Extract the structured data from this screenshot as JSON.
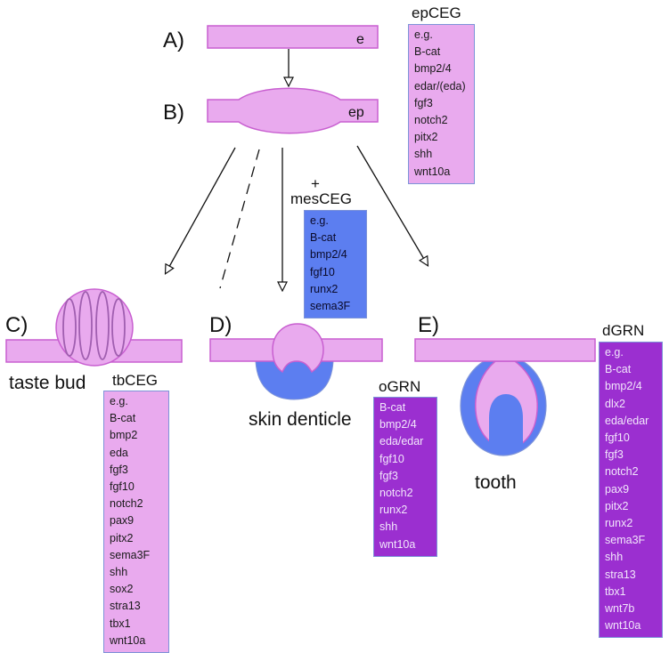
{
  "stages": {
    "a": {
      "label": "A)",
      "tag": "e"
    },
    "b": {
      "label": "B)",
      "tag": "ep"
    },
    "c": {
      "label": "C)",
      "caption": "taste bud"
    },
    "d": {
      "label": "D)",
      "caption": "skin denticle"
    },
    "e": {
      "label": "E)",
      "caption": "tooth"
    }
  },
  "mes_plus": "+",
  "gene_boxes": {
    "epCEG": {
      "title": "epCEG",
      "genes": [
        "e.g.",
        "B-cat",
        "bmp2/4",
        "edar/(eda)",
        "fgf3",
        "notch2",
        "pitx2",
        "shh",
        "wnt10a"
      ]
    },
    "mesCEG": {
      "title": "mesCEG",
      "genes": [
        "e.g.",
        "B-cat",
        "bmp2/4",
        "fgf10",
        "runx2",
        "sema3F"
      ]
    },
    "tbCEG": {
      "title": "tbCEG",
      "genes": [
        "e.g.",
        "B-cat",
        "bmp2",
        "eda",
        "fgf3",
        "fgf10",
        "notch2",
        "pax9",
        "pitx2",
        "sema3F",
        "shh",
        "sox2",
        "stra13",
        "tbx1",
        "wnt10a"
      ]
    },
    "oGRN": {
      "title": "oGRN",
      "genes": [
        "B-cat",
        "bmp2/4",
        "eda/edar",
        "fgf10",
        "fgf3",
        "notch2",
        "runx2",
        "shh",
        "wnt10a"
      ]
    },
    "dGRN": {
      "title": "dGRN",
      "genes": [
        "e.g.",
        "B-cat",
        "bmp2/4",
        "dlx2",
        "eda/edar",
        "fgf10",
        "fgf3",
        "notch2",
        "pax9",
        "pitx2",
        "runx2",
        "sema3F",
        "shh",
        "stra13",
        "tbx1",
        "wnt7b",
        "wnt10a"
      ]
    }
  },
  "colors": {
    "epithelium": "#e9aaee",
    "outline": "#c85fd0",
    "mesenchyme": "#5c7ef0",
    "grn": "#9b2fd0",
    "box_border": "#7d93d8"
  }
}
